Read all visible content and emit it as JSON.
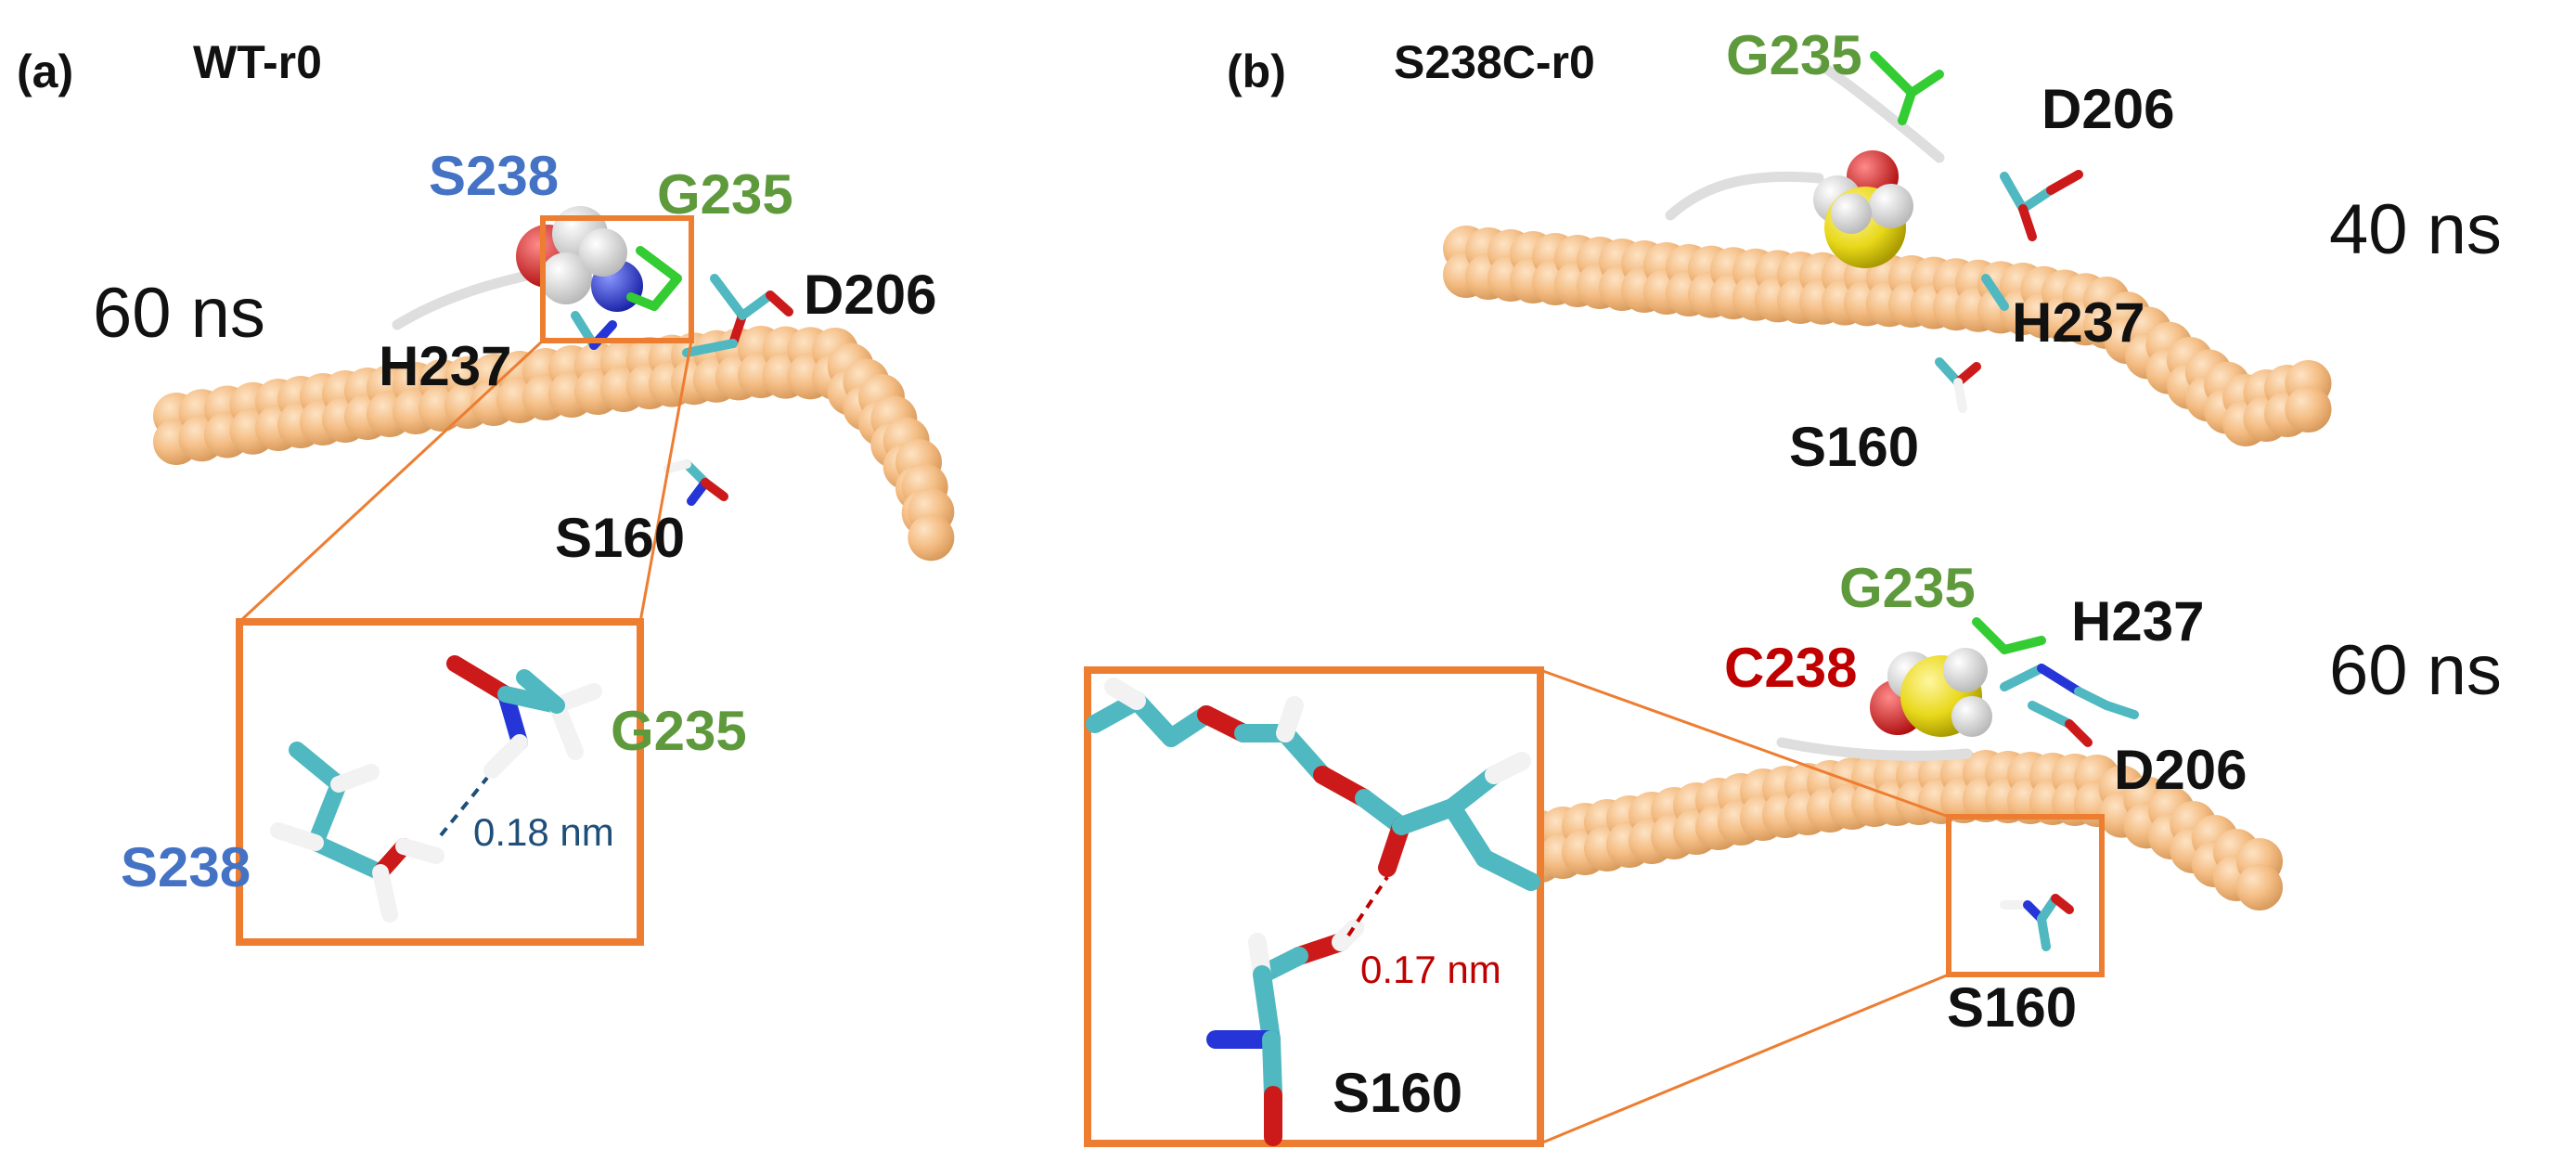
{
  "panel_a": {
    "panel_label": "(a)",
    "condition": "WT-r0",
    "time": "60 ns",
    "residues": {
      "s238": "S238",
      "g235": "G235",
      "h237": "H237",
      "d206": "D206",
      "s160": "S160"
    },
    "inset": {
      "residue_s238": "S238",
      "residue_g235": "G235",
      "distance": "0.18 nm"
    }
  },
  "panel_b": {
    "panel_label": "(b)",
    "condition": "S238C-r0",
    "snapshot_40": {
      "time": "40 ns",
      "residues": {
        "g235": "G235",
        "d206": "D206",
        "h237": "H237",
        "s160": "S160"
      }
    },
    "snapshot_60": {
      "time": "60 ns",
      "residues": {
        "g235": "G235",
        "c238": "C238",
        "h237": "H237",
        "d206": "D206",
        "s160": "S160"
      }
    },
    "inset": {
      "residue_s160": "S160",
      "distance": "0.17 nm"
    }
  },
  "colors": {
    "highlight_box": "#ed7d31",
    "substrate": "#f6c48c",
    "s238_label": "#4472c4",
    "g235_label": "#5e9a3c",
    "c238_label": "#c00000",
    "distance_a": "#1f4e79",
    "distance_b": "#c00000",
    "carbon": "#4fb8c0",
    "oxygen": "#cc1a1a",
    "nitrogen": "#2535d8",
    "hydrogen": "#f2f2f2",
    "sulfur": "#e8d81a"
  }
}
